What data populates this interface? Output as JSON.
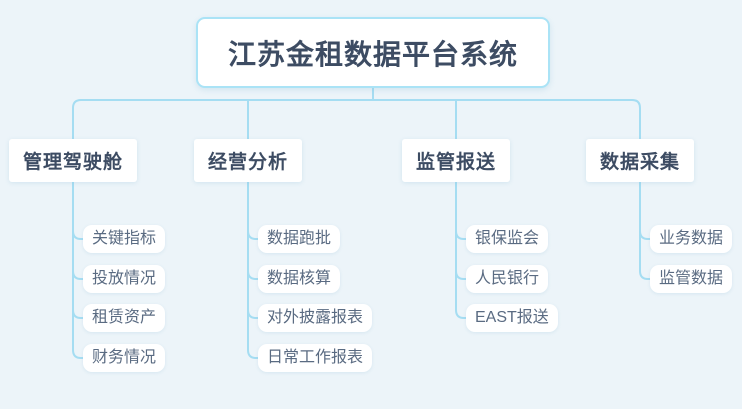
{
  "diagram": {
    "title": "江苏金租数据平台系统",
    "branches": [
      {
        "label": "管理驾驶舱",
        "children": [
          "关键指标",
          "投放情况",
          "租赁资产",
          "财务情况"
        ]
      },
      {
        "label": "经营分析",
        "children": [
          "数据跑批",
          "数据核算",
          "对外披露报表",
          "日常工作报表"
        ]
      },
      {
        "label": "监管报送",
        "children": [
          "银保监会",
          "人民银行",
          "EAST报送"
        ]
      },
      {
        "label": "数据采集",
        "children": [
          "业务数据",
          "监管数据"
        ]
      }
    ],
    "colors": {
      "background": "#ecf4f9",
      "connector": "#a5ddf2",
      "node_background": "#ffffff",
      "title_border": "#aae3f6",
      "title_text": "#3d4c63",
      "branch_text": "#3d4c63",
      "child_text": "#5a6b82"
    }
  }
}
